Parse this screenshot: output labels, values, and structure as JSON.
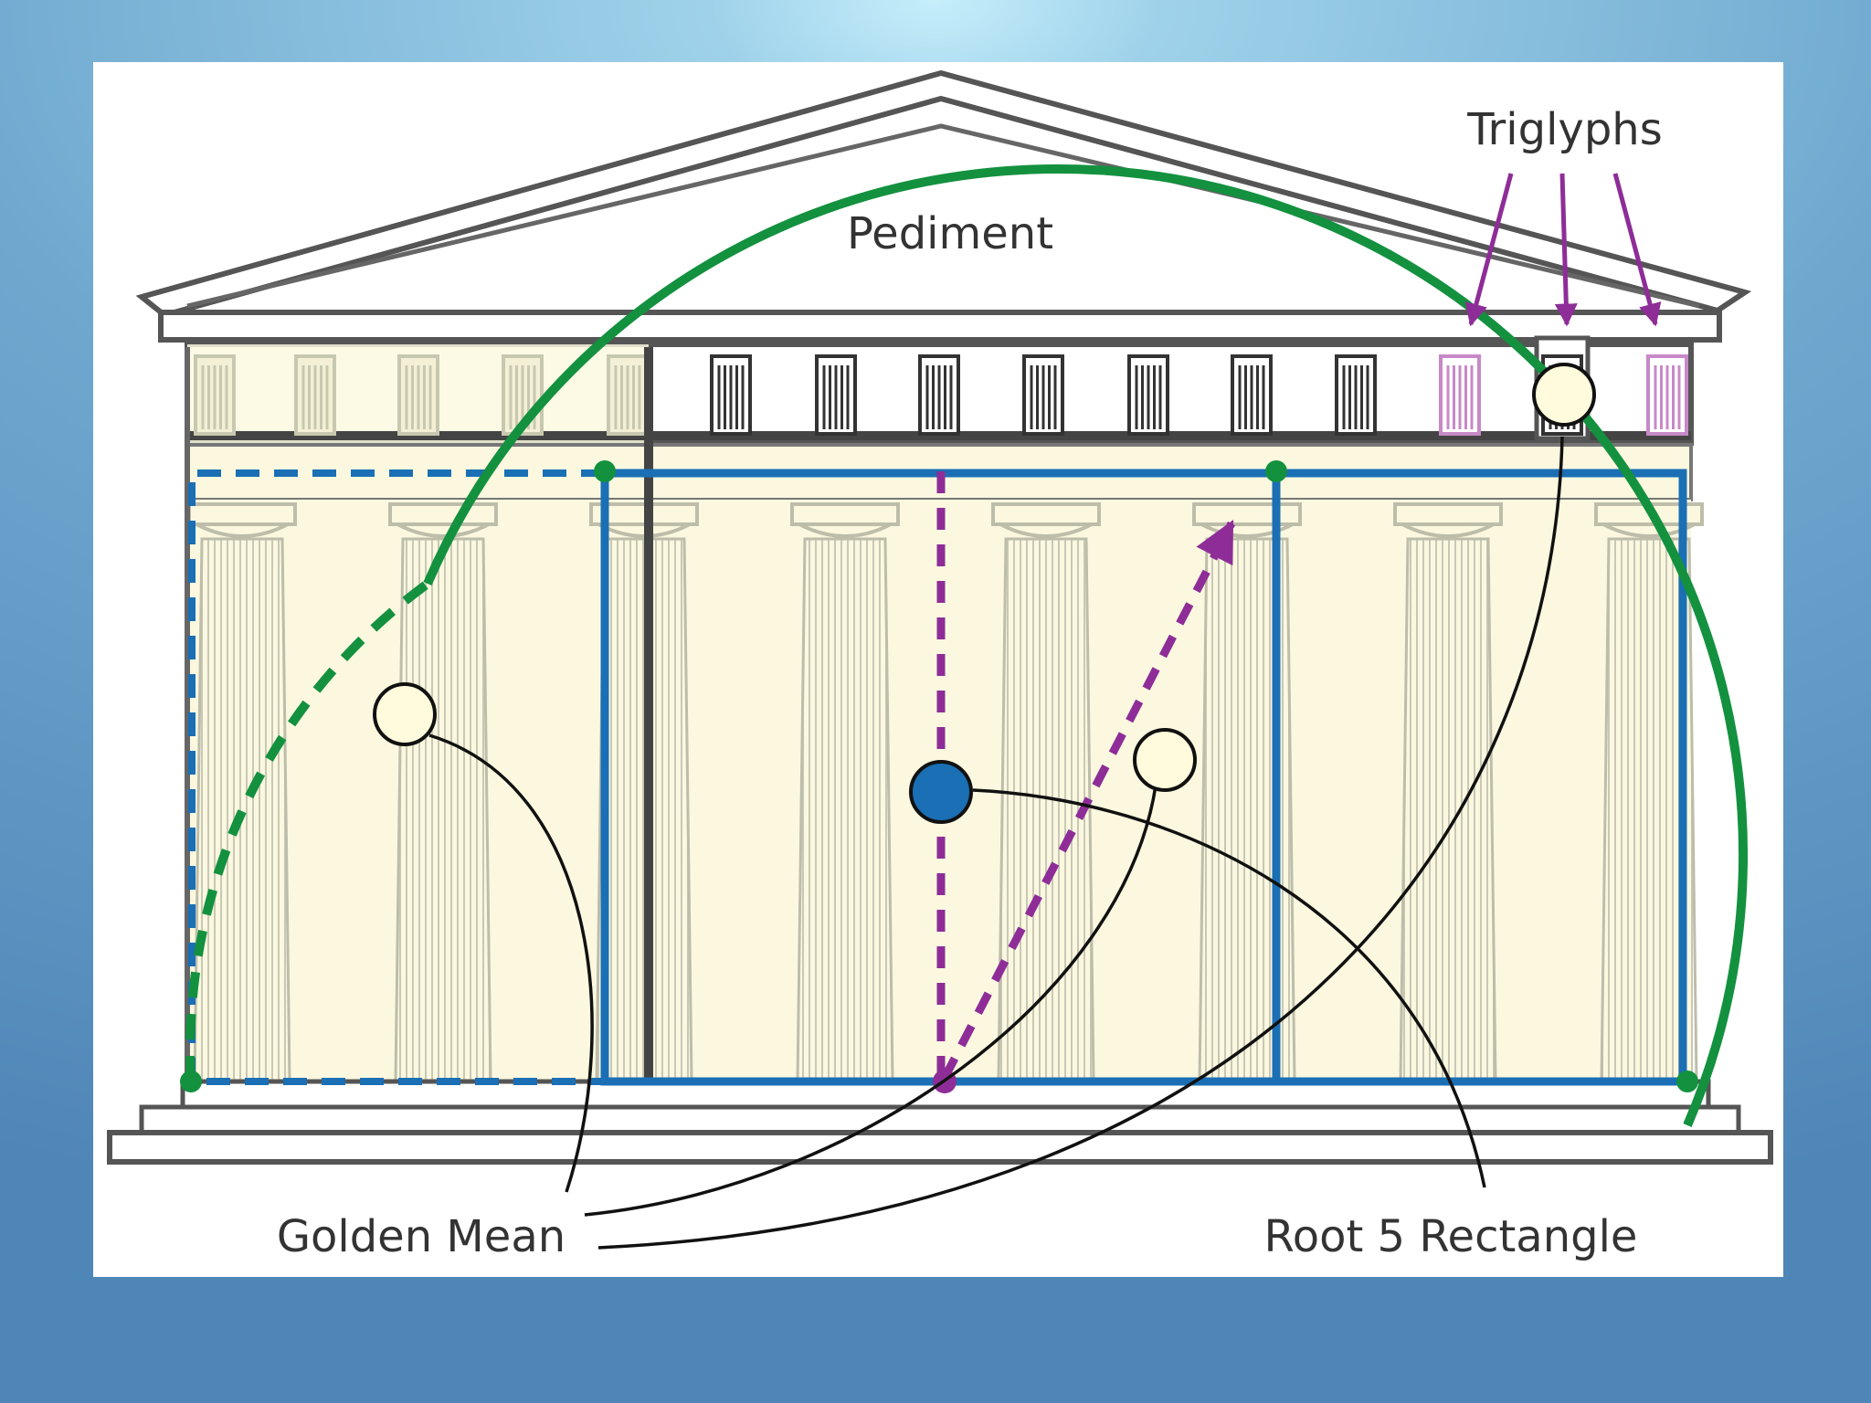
{
  "labels": {
    "pediment": "Pediment",
    "triglyphs": "Triglyphs",
    "golden_mean": "Golden Mean",
    "root5": "Root 5 Rectangle"
  },
  "colors": {
    "background": "#5a92c0",
    "stone_outline": "#555555",
    "column_fill": "#fbf8df",
    "root5_blue": "#1a6fb5",
    "golden_arc_green": "#13913f",
    "radius_purple": "#8e2d98",
    "triglyph_highlight": "#c889c8",
    "leader_line": "#111111",
    "marker_fill": "#fffbdc"
  }
}
